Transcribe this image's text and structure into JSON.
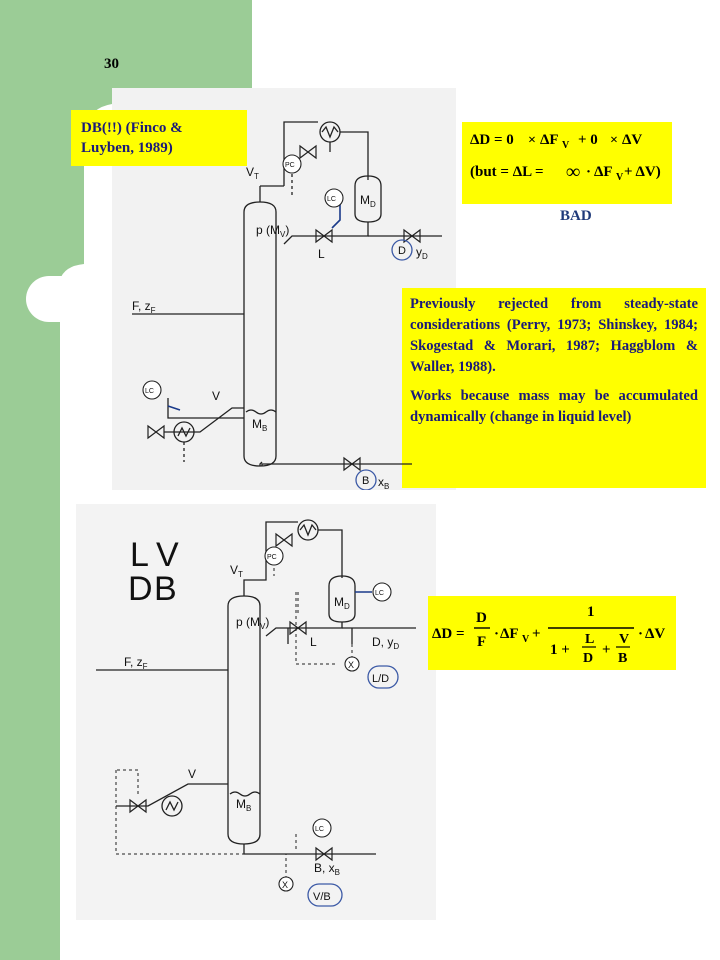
{
  "slide_number": "30",
  "citation": "DB(!!) (Finco & Luyben, 1989)",
  "rating": "BAD",
  "rejection_text": "Previously rejected from steady-state considerations  (Perry, 1973; Shinskey, 1984; Skogestad & Morari, 1987; Haggblom & Waller, 1988).",
  "works_text": "Works because mass may be accumulated dynamically (change in liquid level)",
  "equation_top": {
    "line1_lhs": "ΔD = 0",
    "line1_t1": "ΔF",
    "line1_t2": "+ 0",
    "line1_t3": "ΔV",
    "sub_v": "V",
    "line2_a": "(but = ΔL =",
    "line2_b": "ΔF",
    "line2_c": "+ ΔV)"
  },
  "equation_bottom": {
    "lhs": "ΔD =",
    "frac_num": "D",
    "frac_den": "F",
    "dfv": "ΔF",
    "plus": "+",
    "one": "1",
    "den_one_plus": "1 +",
    "den_L": "L",
    "den_D": "D",
    "den_plus": "+",
    "den_V": "V",
    "den_B": "B",
    "dv": "ΔV",
    "sub_v": "V"
  },
  "diagram_top": {
    "vt": "V",
    "vt_sub": "T",
    "pc": "PC",
    "lc_top": "LC",
    "md": "M",
    "md_sub": "D",
    "pressure": "p (M",
    "pressure_sub": "V",
    "pressure_close": ")",
    "L": "L",
    "D": "D",
    "yd": "y",
    "yd_sub": "D",
    "feed": "F, z",
    "feed_sub": "F",
    "lc_bottom": "LC",
    "V": "V",
    "mb": "M",
    "mb_sub": "B",
    "B": "B",
    "xb": "x",
    "xb_sub": "B"
  },
  "diagram_bottom": {
    "config_L": "L",
    "config_V": "V",
    "config_D": "D",
    "config_B": "B",
    "vt": "V",
    "vt_sub": "T",
    "pc": "PC",
    "lc_top": "LC",
    "md": "M",
    "md_sub": "D",
    "pressure": "p (M",
    "pressure_sub": "V",
    "pressure_close": ")",
    "L": "L",
    "D_yd": "D, y",
    "yd_sub": "D",
    "x_top": "X",
    "ratio_ld": "L/D",
    "feed": "F, z",
    "feed_sub": "F",
    "V": "V",
    "mb": "M",
    "mb_sub": "B",
    "lc_bottom": "LC",
    "Bx": "B, x",
    "xb_sub": "B",
    "x_bottom": "X",
    "ratio_vb": "V/B"
  }
}
